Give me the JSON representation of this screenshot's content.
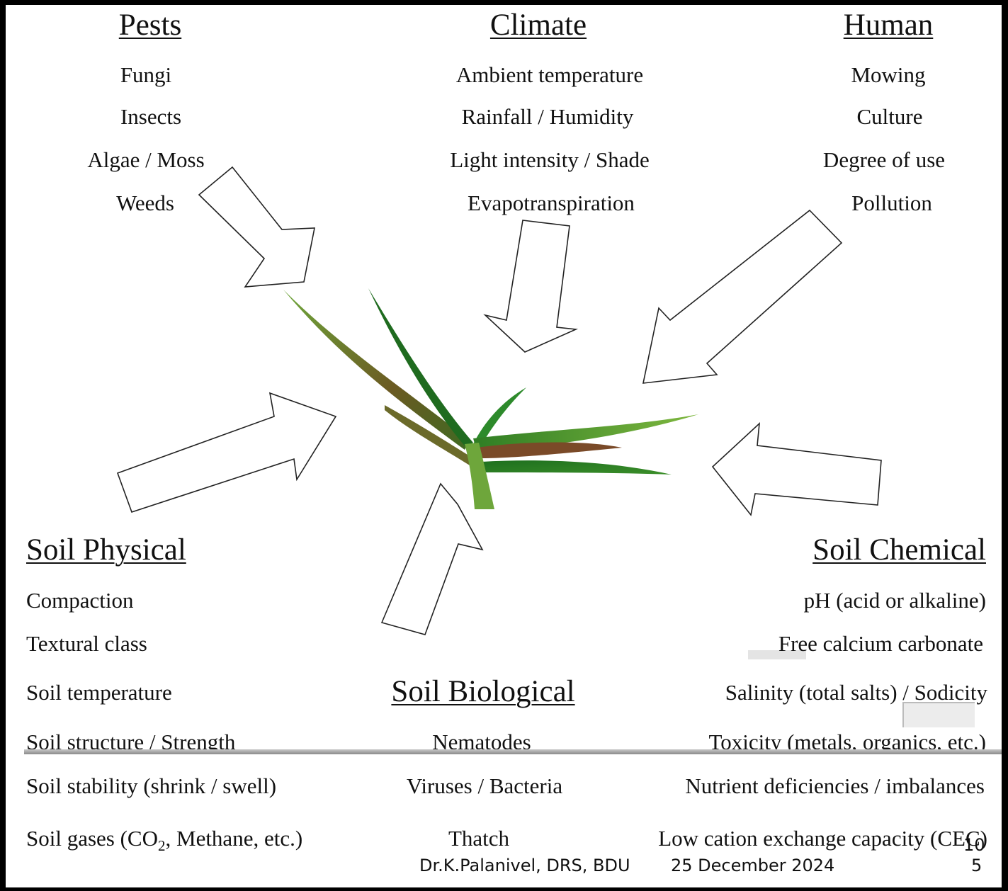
{
  "pests": {
    "title": "Pests",
    "items": [
      "Fungi",
      "Insects",
      "Algae / Moss",
      "Weeds"
    ]
  },
  "climate": {
    "title": "Climate",
    "items": [
      "Ambient temperature",
      "Rainfall / Humidity",
      "Light intensity / Shade",
      "Evapotranspiration"
    ]
  },
  "human": {
    "title": "Human",
    "items": [
      "Mowing",
      "Culture",
      "Degree of use",
      "Pollution"
    ]
  },
  "soil_physical": {
    "title": "Soil Physical",
    "items": [
      "Compaction",
      "Textural class",
      "Soil temperature",
      "Soil structure / Strength",
      "Soil stability (shrink / swell)"
    ],
    "gases_prefix": "Soil gases (CO",
    "gases_sub": "2",
    "gases_suffix": ", Methane, etc.)"
  },
  "soil_biological": {
    "title": "Soil Biological",
    "items": [
      "Nematodes",
      "Viruses / Bacteria",
      "Thatch"
    ]
  },
  "soil_chemical": {
    "title": "Soil Chemical",
    "items": [
      "pH (acid or alkaline)",
      "Free calcium carbonate",
      "Salinity (total salts) / Sodicity",
      "Toxicity (metals, organics, etc.)",
      "Nutrient deficiencies / imbalances",
      "Low cation exchange capacity (CEC)"
    ]
  },
  "center_image": "grass-plant",
  "footer": {
    "author": "Dr.K.Palanivel, DRS, BDU",
    "date": "25 December 2024",
    "page_line1": "10",
    "page_line2": "5"
  }
}
